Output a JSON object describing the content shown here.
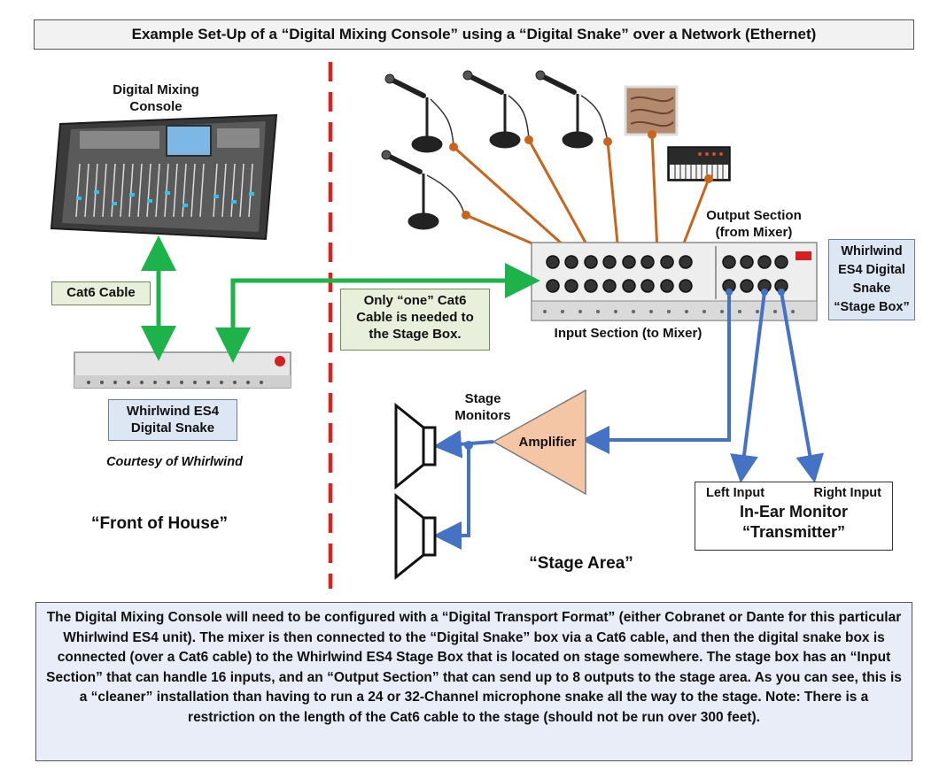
{
  "title": "Example Set-Up of a “Digital Mixing Console” using a “Digital Snake” over a Network (Ethernet)",
  "labels": {
    "console_line1": "Digital Mixing",
    "console_line2": "Console",
    "cat6": "Cat6 Cable",
    "snake_line1": "Whirlwind ES4",
    "snake_line2": "Digital Snake",
    "courtesy": "Courtesy of Whirlwind",
    "foh": "“Front of House”",
    "only_one_line1": "Only “one” Cat6",
    "only_one_line2": "Cable is needed to",
    "only_one_line3": "the Stage Box.",
    "output_line1": "Output Section",
    "output_line2": "(from Mixer)",
    "input_section": "Input Section (to Mixer)",
    "stagebox_line1": "Whirlwind",
    "stagebox_line2": "ES4 Digital",
    "stagebox_line3": "Snake",
    "stagebox_line4": "“Stage Box”",
    "stage_monitors_line1": "Stage",
    "stage_monitors_line2": "Monitors",
    "amplifier": "Amplifier",
    "left_input": "Left Input",
    "right_input": "Right Input",
    "iem_line1": "In-Ear Monitor",
    "iem_line2": "“Transmitter”",
    "stage_area": "“Stage Area”"
  },
  "description": "The Digital Mixing Console will need to be configured with a “Digital Transport Format” (either Cobranet or Dante for this particular Whirlwind ES4 unit). The mixer is then connected to the “Digital Snake” box via a Cat6 cable, and then the digital snake box is connected (over a Cat6 cable) to the Whirlwind ES4 Stage Box that is located on stage somewhere. The stage box has an “Input Section” that can handle 16 inputs, and an “Output Section” that can send up to 8 outputs to the stage area. As you can see, this is a “cleaner” installation than having to run a 24 or 32-Channel microphone snake all the way to the stage. Note: There is a restriction on the length of the Cat6 cable to the stage (should not be run over 300 feet).",
  "colors": {
    "cat6_line": "#1db34a",
    "mic_line": "#c8651b",
    "output_line": "#4472c4",
    "divider": "#e0201e",
    "amplifier_fill": "#f4c6a6"
  }
}
